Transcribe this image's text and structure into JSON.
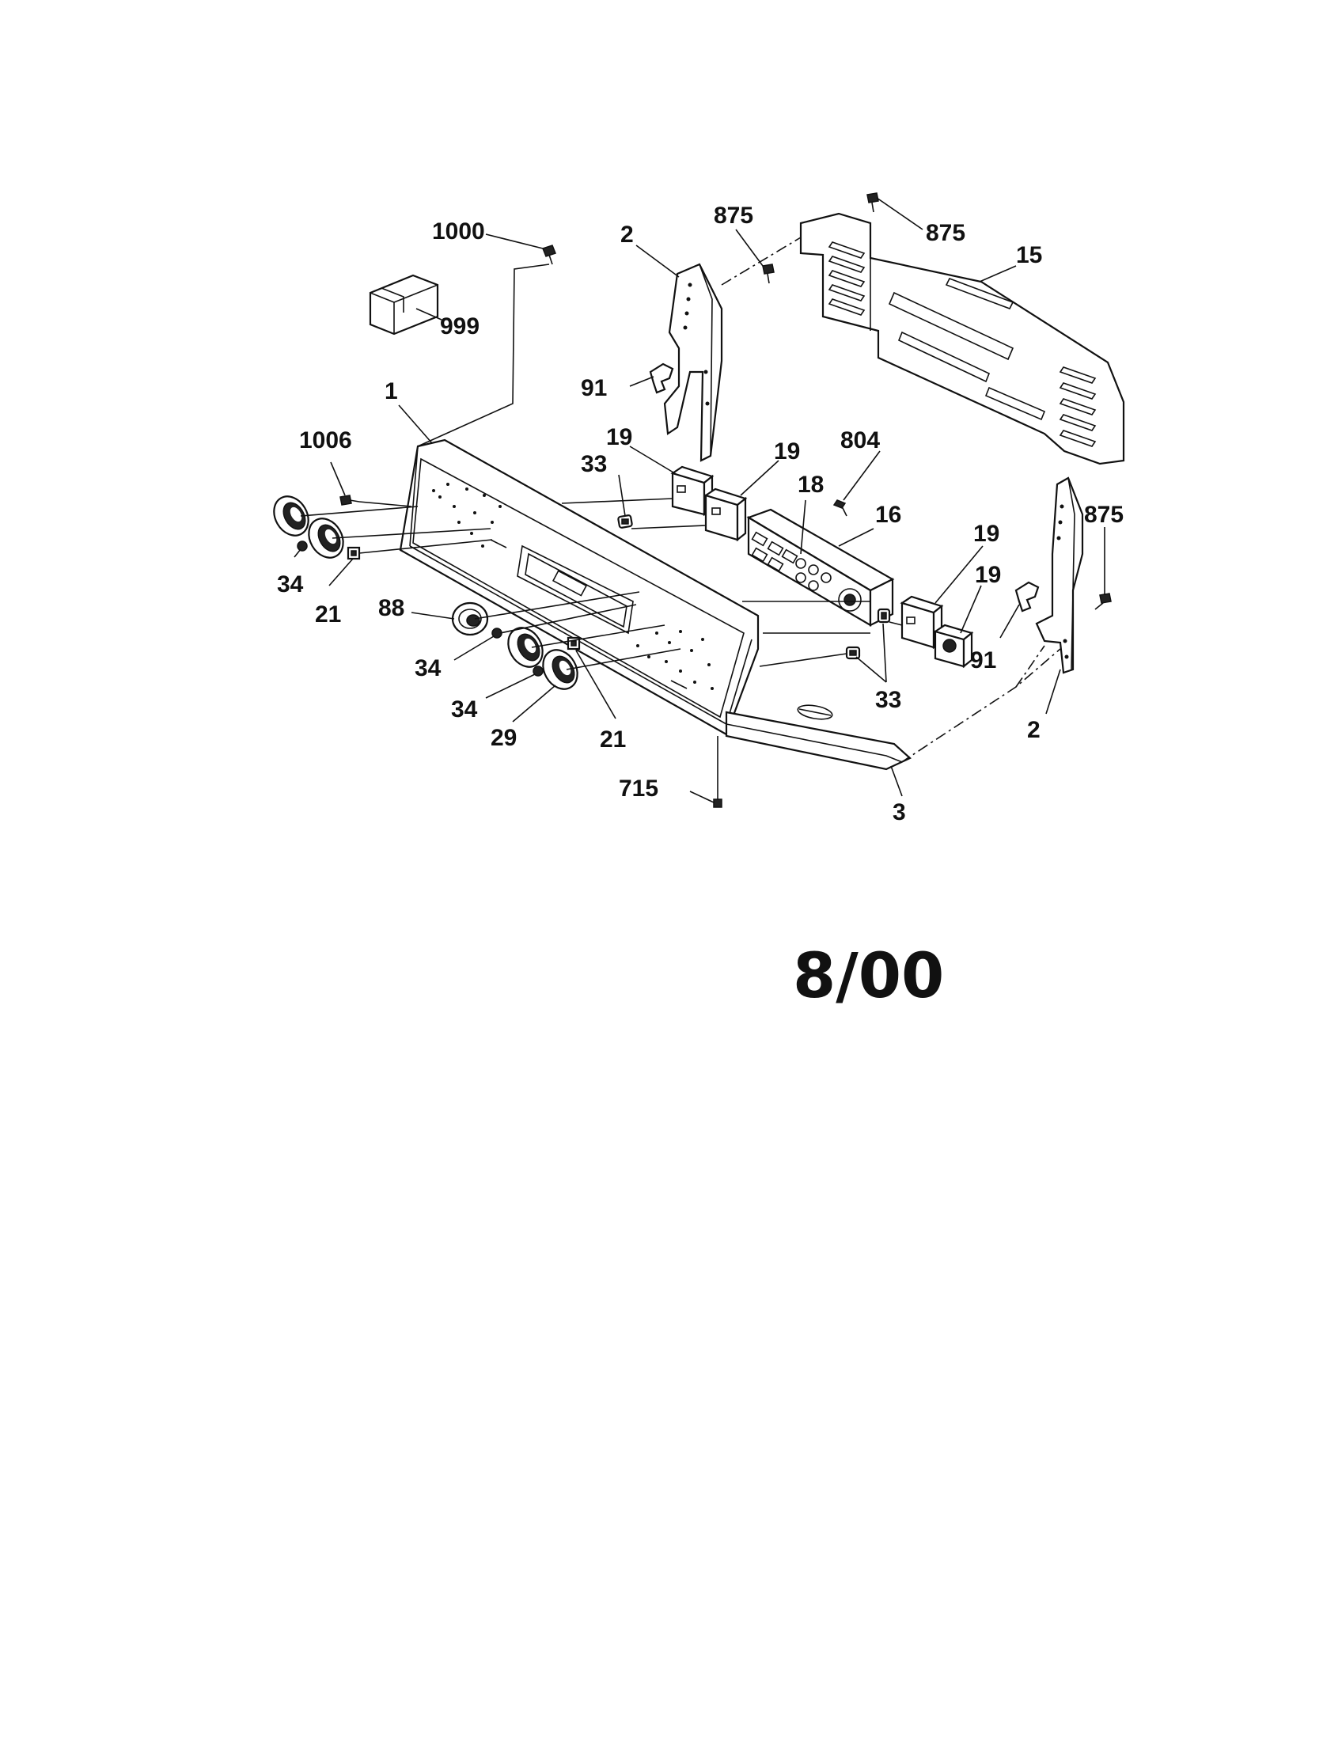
{
  "callouts": {
    "c1000": "1000",
    "c999": "999",
    "c2_top": "2",
    "c875_top": "875",
    "c875_right": "875",
    "c15": "15",
    "c91_left": "91",
    "c1": "1",
    "c1006": "1006",
    "c19_a": "19",
    "c19_b": "19",
    "c804": "804",
    "c33_top": "33",
    "c18": "18",
    "c16": "16",
    "c19_c": "19",
    "c19_d": "19",
    "c875_side": "875",
    "c34_left": "34",
    "c21_left": "21",
    "c88": "88",
    "c34_mid": "34",
    "c34_low": "34",
    "c29": "29",
    "c21_mid": "21",
    "c91_right": "91",
    "c33_right": "33",
    "c2_bottom": "2",
    "c715": "715",
    "c3": "3"
  },
  "revision_date": "8/00"
}
